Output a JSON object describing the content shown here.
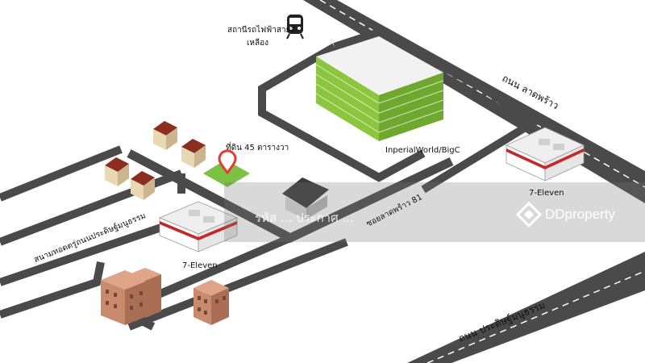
{
  "labels": {
    "station": [
      "สถานีรถไฟฟ้าสายสี",
      "เหลือง"
    ],
    "road_ladprao": "ถนน ลาดพร้าว",
    "road_pradit": "ถนน ประดิษฐ์มนูธรรม",
    "soi": "ซอยลาดพร้าว 81",
    "expressway": "สนามทอดตรู่ถนนประดิษฐ์มนูธรรม",
    "plot": "ที่ดิน 45 ตารางวา",
    "mall": "InperialWorld/BigC",
    "store_right": "7-Eleven",
    "store_left": "7-Eleven"
  },
  "watermark": {
    "brand": "DDproperty",
    "left_text": "รหัส ... ประกาศ ..."
  },
  "colors": {
    "road": "#4a4a4a",
    "road_edge": "#ffffff",
    "mall_green": "#8cc63f",
    "plot_green": "#7bc142",
    "pin_red": "#e53935",
    "store_red": "#c62828",
    "apartment": "#c98a6e"
  }
}
